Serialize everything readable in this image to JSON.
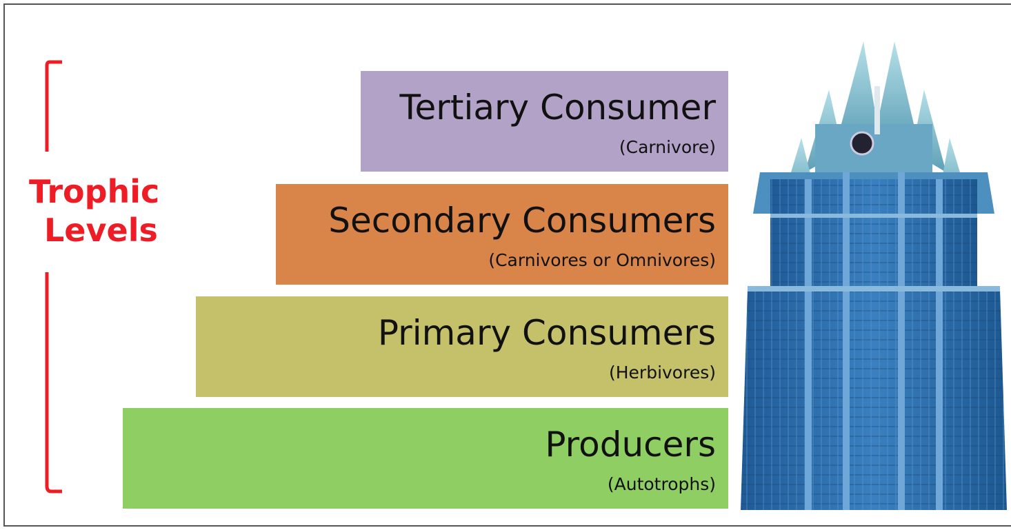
{
  "bracket_label": {
    "line1": "Trophic",
    "line2": "Levels"
  },
  "levels": [
    {
      "title": "Tertiary Consumer",
      "subtitle": "(Carnivore)",
      "color": "#b3a2c7"
    },
    {
      "title": "Secondary Consumers",
      "subtitle": "(Carnivores or Omnivores)",
      "color": "#d9854a"
    },
    {
      "title": "Primary Consumers",
      "subtitle": "(Herbivores)",
      "color": "#c4c16a"
    },
    {
      "title": "Producers",
      "subtitle": "(Autotrophs)",
      "color": "#8fce63"
    }
  ],
  "colors": {
    "bracket": "#ee1c25",
    "building_glass": "#2f6fae",
    "building_top": "#8fc3cf"
  },
  "image": {
    "icon": "skyscraper-icon"
  }
}
